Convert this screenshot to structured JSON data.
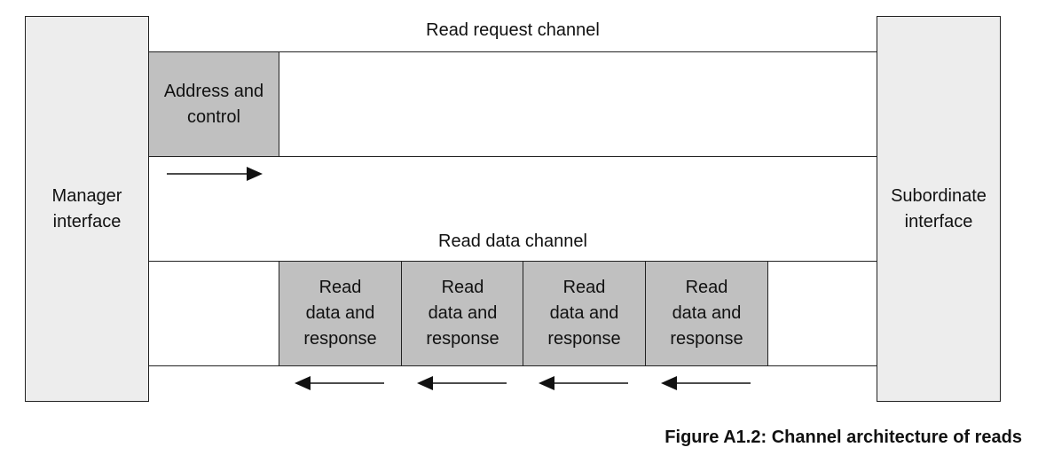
{
  "figure": {
    "caption": "Figure A1.2: Channel architecture of reads"
  },
  "manager": {
    "label": "Manager\ninterface"
  },
  "subordinate": {
    "label": "Subordinate\ninterface"
  },
  "request_channel": {
    "title": "Read request channel",
    "payload": "Address and\ncontrol",
    "arrow_direction": "right"
  },
  "data_channel": {
    "title": "Read data channel",
    "payloads": [
      "Read\ndata and\nresponse",
      "Read\ndata and\nresponse",
      "Read\ndata and\nresponse",
      "Read\ndata and\nresponse"
    ],
    "arrow_direction": "left"
  },
  "colors": {
    "interface_fill": "#ededed",
    "payload_fill": "#c0c0c0",
    "line": "#222222"
  }
}
